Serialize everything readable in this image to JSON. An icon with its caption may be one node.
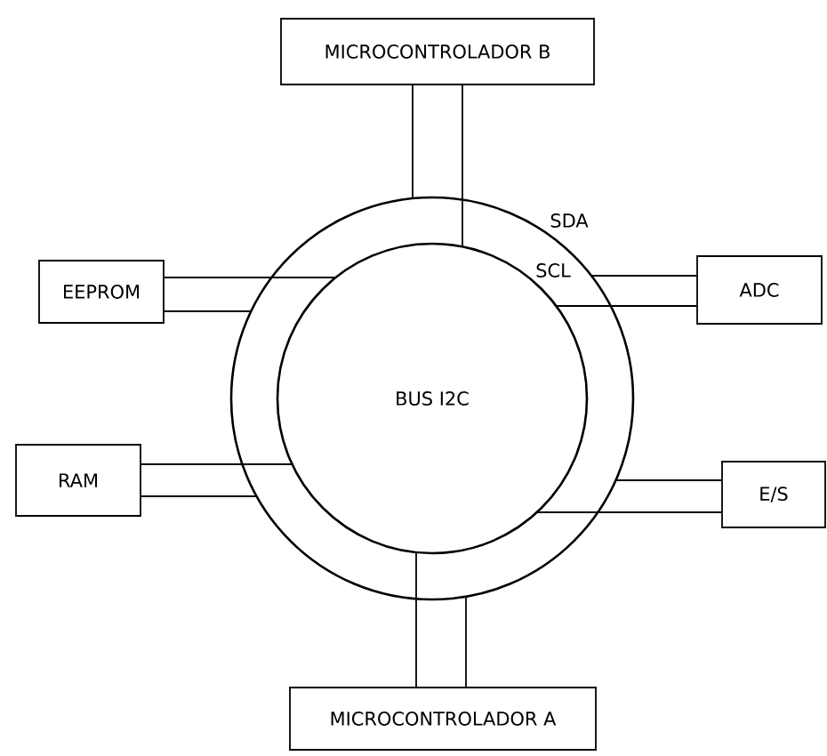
{
  "diagram": {
    "nodes": [
      {
        "text": [
          "MICROCONTROLADOR B"
        ]
      },
      {
        "text": [
          "EEPROM"
        ]
      },
      {
        "text": [
          "ADC"
        ]
      },
      {
        "text": [],
        "shape": "circle",
        "beside": [
          "SDA"
        ]
      },
      {
        "text": [
          "BUS I2C"
        ],
        "in": 3,
        "beside": [
          "SCL"
        ]
      },
      {
        "text": [
          "RAM"
        ]
      },
      {
        "text": [
          "E/S"
        ]
      },
      {
        "text": [
          "MICROCONTROLADOR A"
        ]
      }
    ],
    "edges": [
      {
        "from": 0,
        "to": 3,
        "arrow": "none"
      },
      {
        "from": 0,
        "to": 4,
        "arrow": "none"
      },
      {
        "from": 1,
        "to": 4,
        "arrow": "none"
      },
      {
        "from": 1,
        "to": 3,
        "arrow": "none"
      },
      {
        "from": 2,
        "to": 3,
        "arrow": "none"
      },
      {
        "from": 2,
        "to": 4,
        "arrow": "none"
      },
      {
        "from": 5,
        "to": 4,
        "arrow": "none"
      },
      {
        "from": 5,
        "to": 3,
        "arrow": "none"
      },
      {
        "from": 6,
        "to": 3,
        "arrow": "none"
      },
      {
        "from": 6,
        "to": 4,
        "arrow": "none"
      },
      {
        "from": 7,
        "to": 4,
        "arrow": "none"
      },
      {
        "from": 7,
        "to": 3,
        "arrow": "none"
      }
    ]
  }
}
